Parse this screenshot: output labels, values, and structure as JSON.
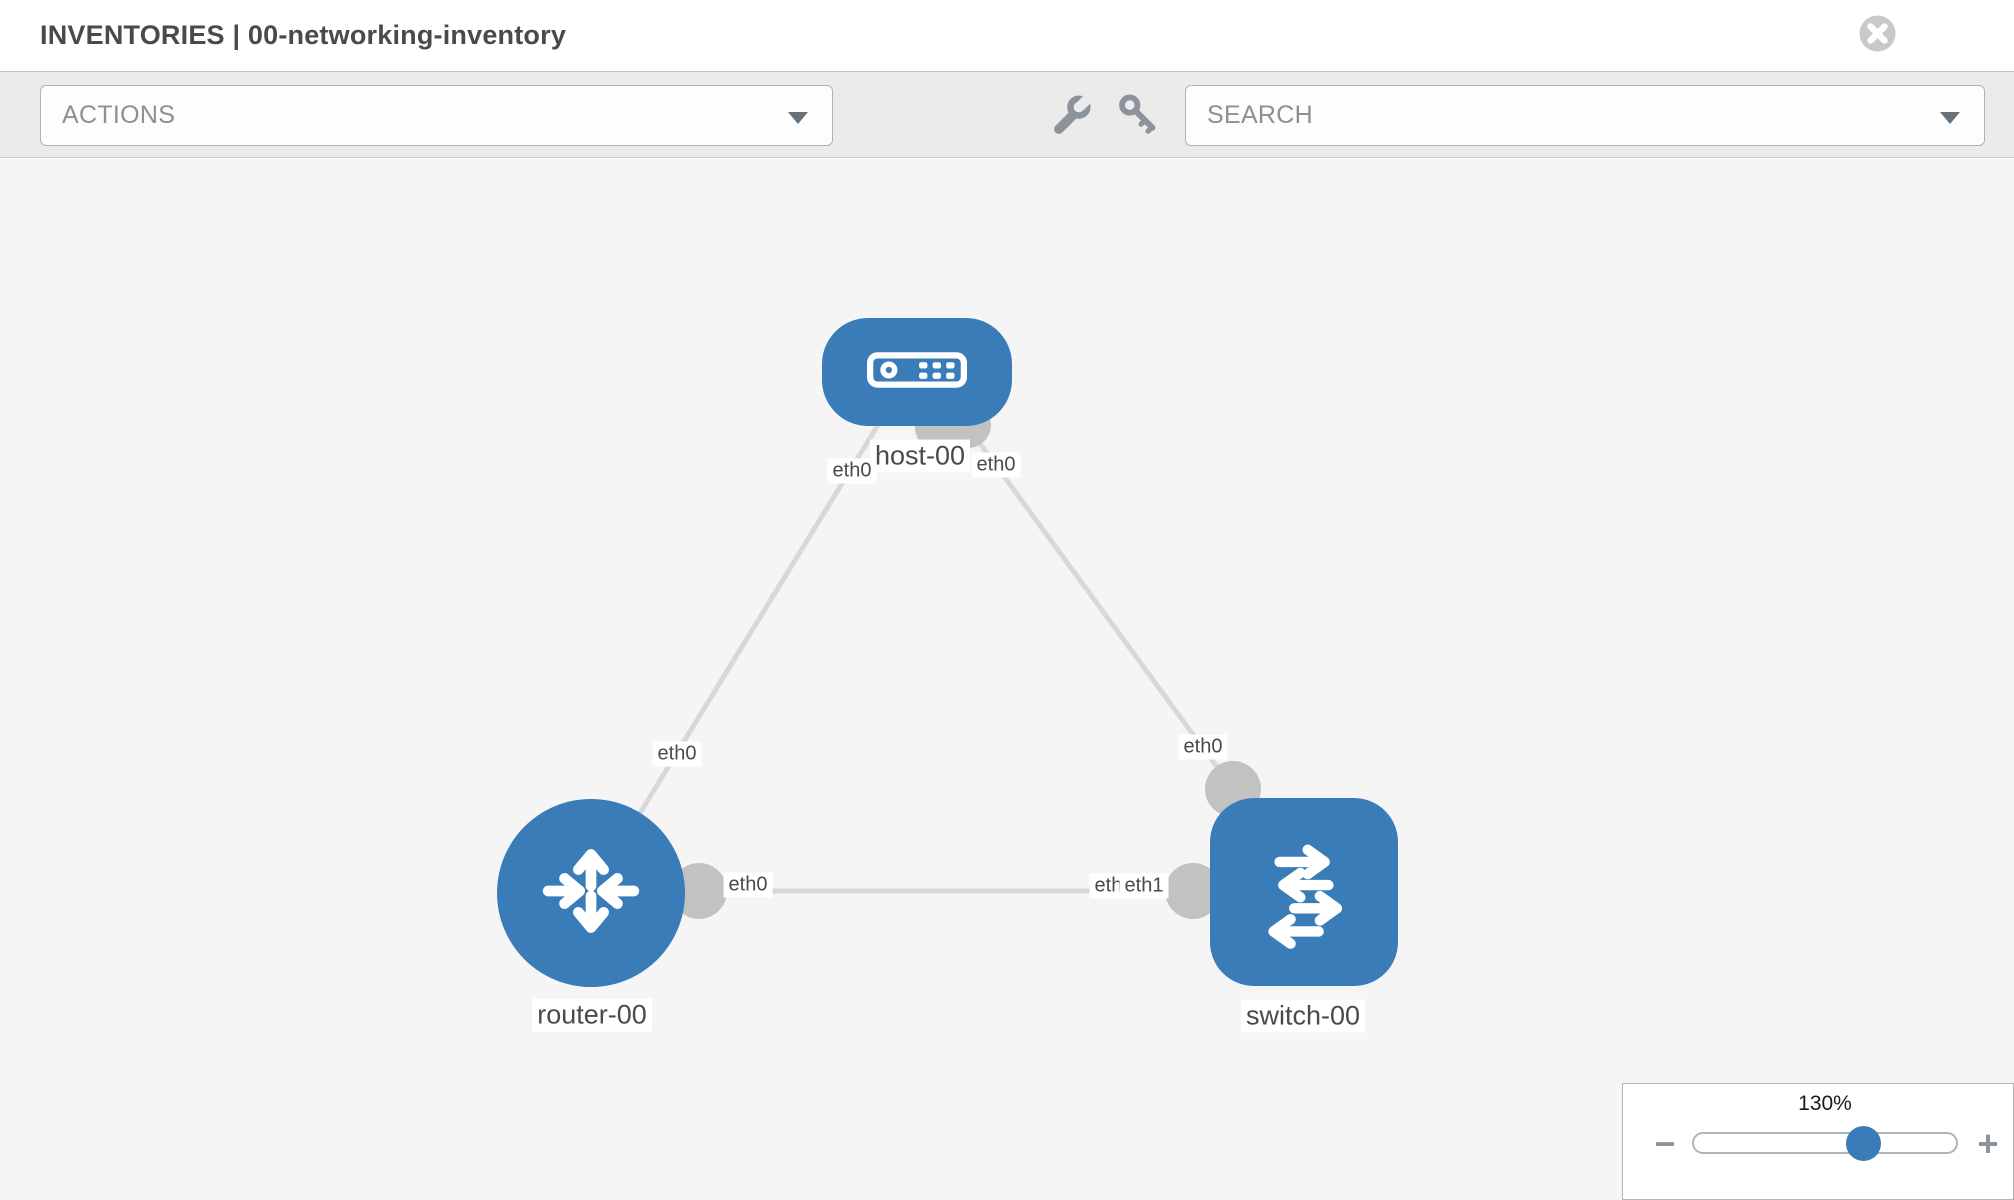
{
  "header": {
    "title": "INVENTORIES | 00-networking-inventory"
  },
  "toolbar": {
    "actions_label": "ACTIONS",
    "search_placeholder": "SEARCH"
  },
  "topology": {
    "nodes": [
      {
        "label": "host-00",
        "type": "host"
      },
      {
        "label": "router-00",
        "type": "router"
      },
      {
        "label": "switch-00",
        "type": "switch"
      }
    ],
    "links": [
      {
        "from": "host-00",
        "from_if": "eth0",
        "to": "router-00",
        "to_if": "eth0"
      },
      {
        "from": "host-00",
        "from_if": "eth0",
        "to": "switch-00",
        "to_if": "eth0"
      },
      {
        "from": "router-00",
        "from_if": "eth0",
        "to": "switch-00",
        "to_if": "eth1",
        "to_if_overlapped": "eth0"
      }
    ]
  },
  "zoom_control": {
    "value": "130%",
    "minus_label": "−",
    "plus_label": "+"
  },
  "colors": {
    "node_blue": "#3a7cb8",
    "link_gray": "#d8d8d8",
    "interface_gray": "#c2c2c2",
    "toolbar_gray": "#ebebeb",
    "canvas_gray": "#f5f5f5"
  }
}
